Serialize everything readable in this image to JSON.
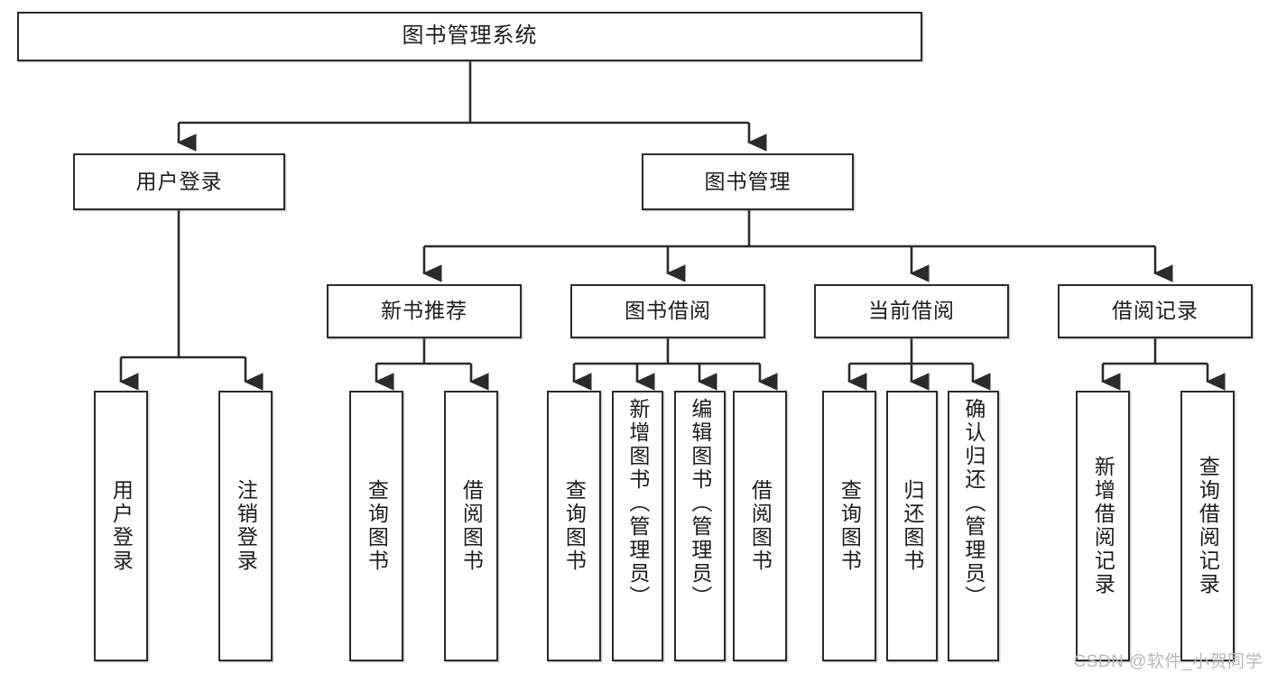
{
  "diagram": {
    "title": "图书管理系统",
    "type": "tree-hierarchy",
    "root": {
      "label": "图书管理系统"
    },
    "level2": [
      {
        "label": "用户登录"
      },
      {
        "label": "图书管理"
      }
    ],
    "level3": [
      {
        "label": "新书推荐"
      },
      {
        "label": "图书借阅"
      },
      {
        "label": "当前借阅"
      },
      {
        "label": "借阅记录"
      }
    ],
    "leaves": {
      "user_login": [
        {
          "label": "用户登录"
        },
        {
          "label": "注销登录"
        }
      ],
      "new_book_recommend": [
        {
          "label": "查询图书"
        },
        {
          "label": "借阅图书"
        }
      ],
      "book_borrow": [
        {
          "label": "查询图书"
        },
        {
          "label": "新增图书（管理员）"
        },
        {
          "label": "编辑图书（管理员）"
        },
        {
          "label": "借阅图书"
        }
      ],
      "current_borrow": [
        {
          "label": "查询图书"
        },
        {
          "label": "归还图书"
        },
        {
          "label": "确认归还（管理员）"
        }
      ],
      "borrow_records": [
        {
          "label": "新增借阅记录"
        },
        {
          "label": "查询借阅记录"
        }
      ]
    }
  },
  "watermark": {
    "text": "CSDN @软件_小贺同学"
  },
  "colors": {
    "stroke": "#2b2b2b",
    "background": "#ffffff",
    "text": "#1c1c1c",
    "watermark": "#b9b9b9"
  }
}
